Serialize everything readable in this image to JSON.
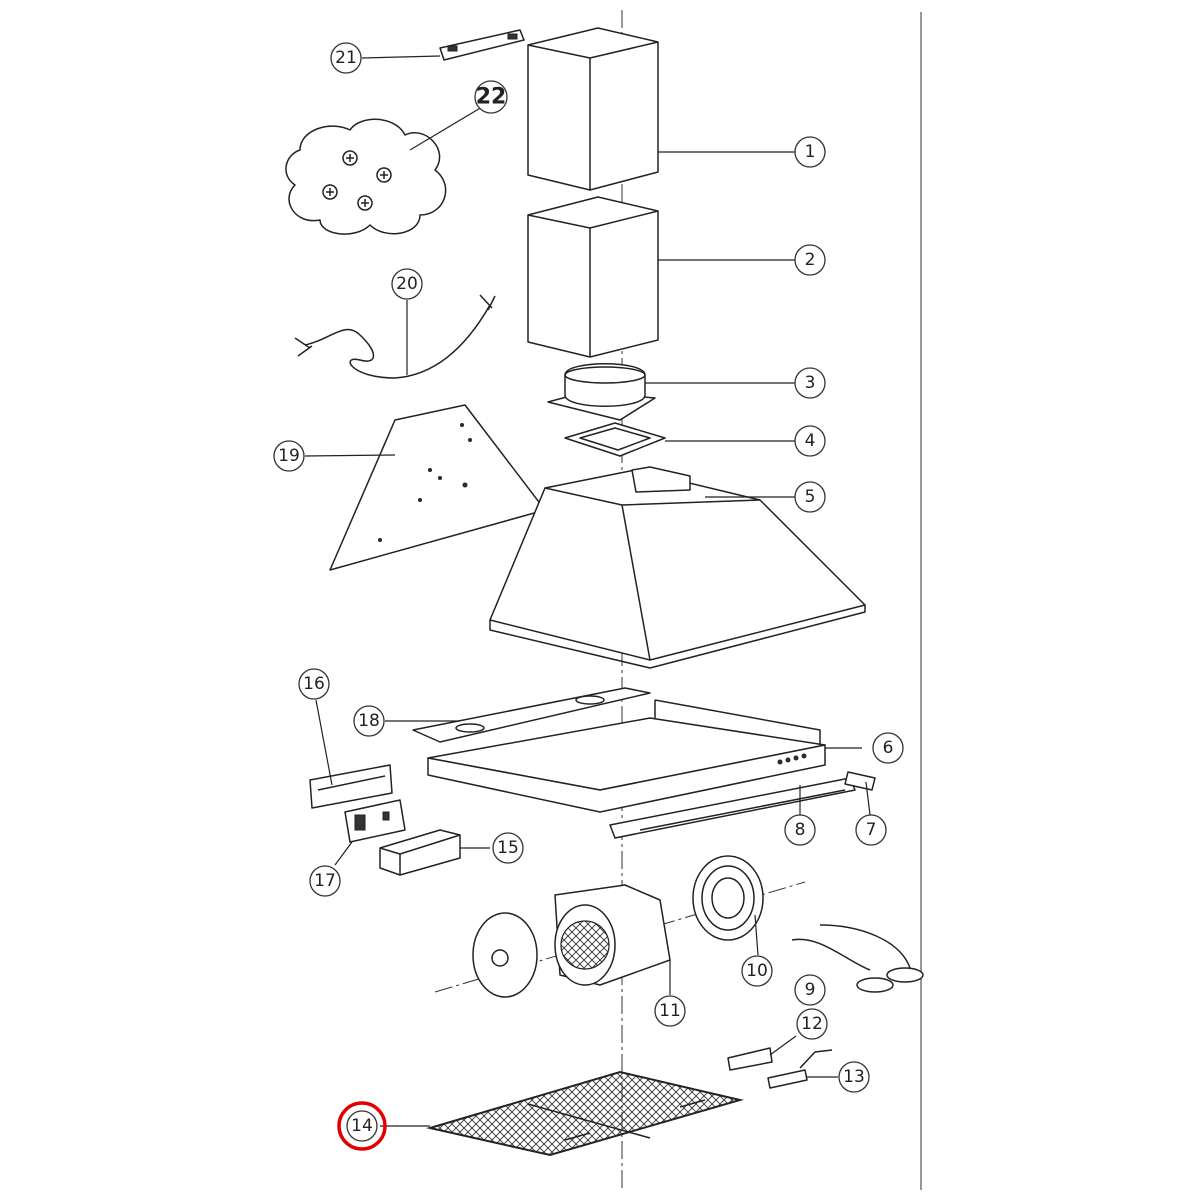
{
  "callouts": {
    "c1": "1",
    "c2": "2",
    "c3": "3",
    "c4": "4",
    "c5": "5",
    "c6": "6",
    "c7": "7",
    "c8": "8",
    "c9": "9",
    "c10": "10",
    "c11": "11",
    "c12": "12",
    "c13": "13",
    "c14": "14",
    "c15": "15",
    "c16": "16",
    "c17": "17",
    "c18": "18",
    "c19": "19",
    "c20": "20",
    "c21": "21",
    "c22": "22"
  },
  "highlight": {
    "part": "14",
    "color": "#e00000"
  }
}
